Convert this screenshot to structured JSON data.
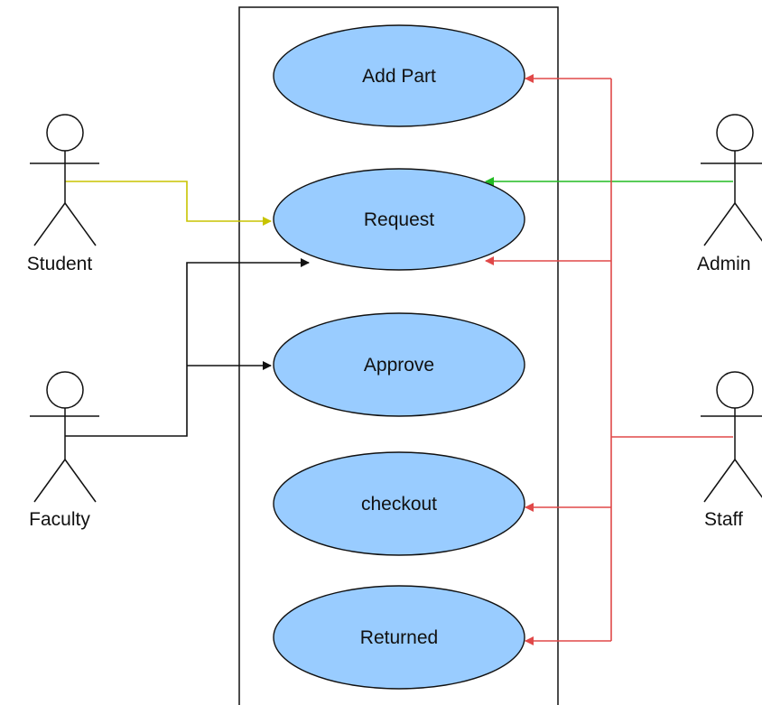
{
  "diagram": {
    "type": "use-case",
    "use_cases": [
      {
        "id": "add-part",
        "label": "Add Part"
      },
      {
        "id": "request",
        "label": "Request"
      },
      {
        "id": "approve",
        "label": "Approve"
      },
      {
        "id": "checkout",
        "label": "checkout"
      },
      {
        "id": "returned",
        "label": "Returned"
      }
    ],
    "actors": [
      {
        "id": "student",
        "label": "Student"
      },
      {
        "id": "faculty",
        "label": "Faculty"
      },
      {
        "id": "admin",
        "label": "Admin"
      },
      {
        "id": "staff",
        "label": "Staff"
      }
    ],
    "connections": [
      {
        "from": "student",
        "to": "request",
        "color": "#c8c400"
      },
      {
        "from": "faculty",
        "to": "request",
        "color": "#111111"
      },
      {
        "from": "faculty",
        "to": "approve",
        "color": "#111111"
      },
      {
        "from": "admin",
        "to": "request",
        "color": "#22bb22"
      },
      {
        "from": "staff",
        "to": "add-part",
        "color": "#e04848"
      },
      {
        "from": "staff",
        "to": "request",
        "color": "#e04848"
      },
      {
        "from": "staff",
        "to": "checkout",
        "color": "#e04848"
      },
      {
        "from": "staff",
        "to": "returned",
        "color": "#e04848"
      }
    ],
    "colors": {
      "usecase_fill": "#99ccff",
      "usecase_stroke": "#111111",
      "system_boundary": "#111111",
      "actor_stroke": "#111111"
    }
  }
}
